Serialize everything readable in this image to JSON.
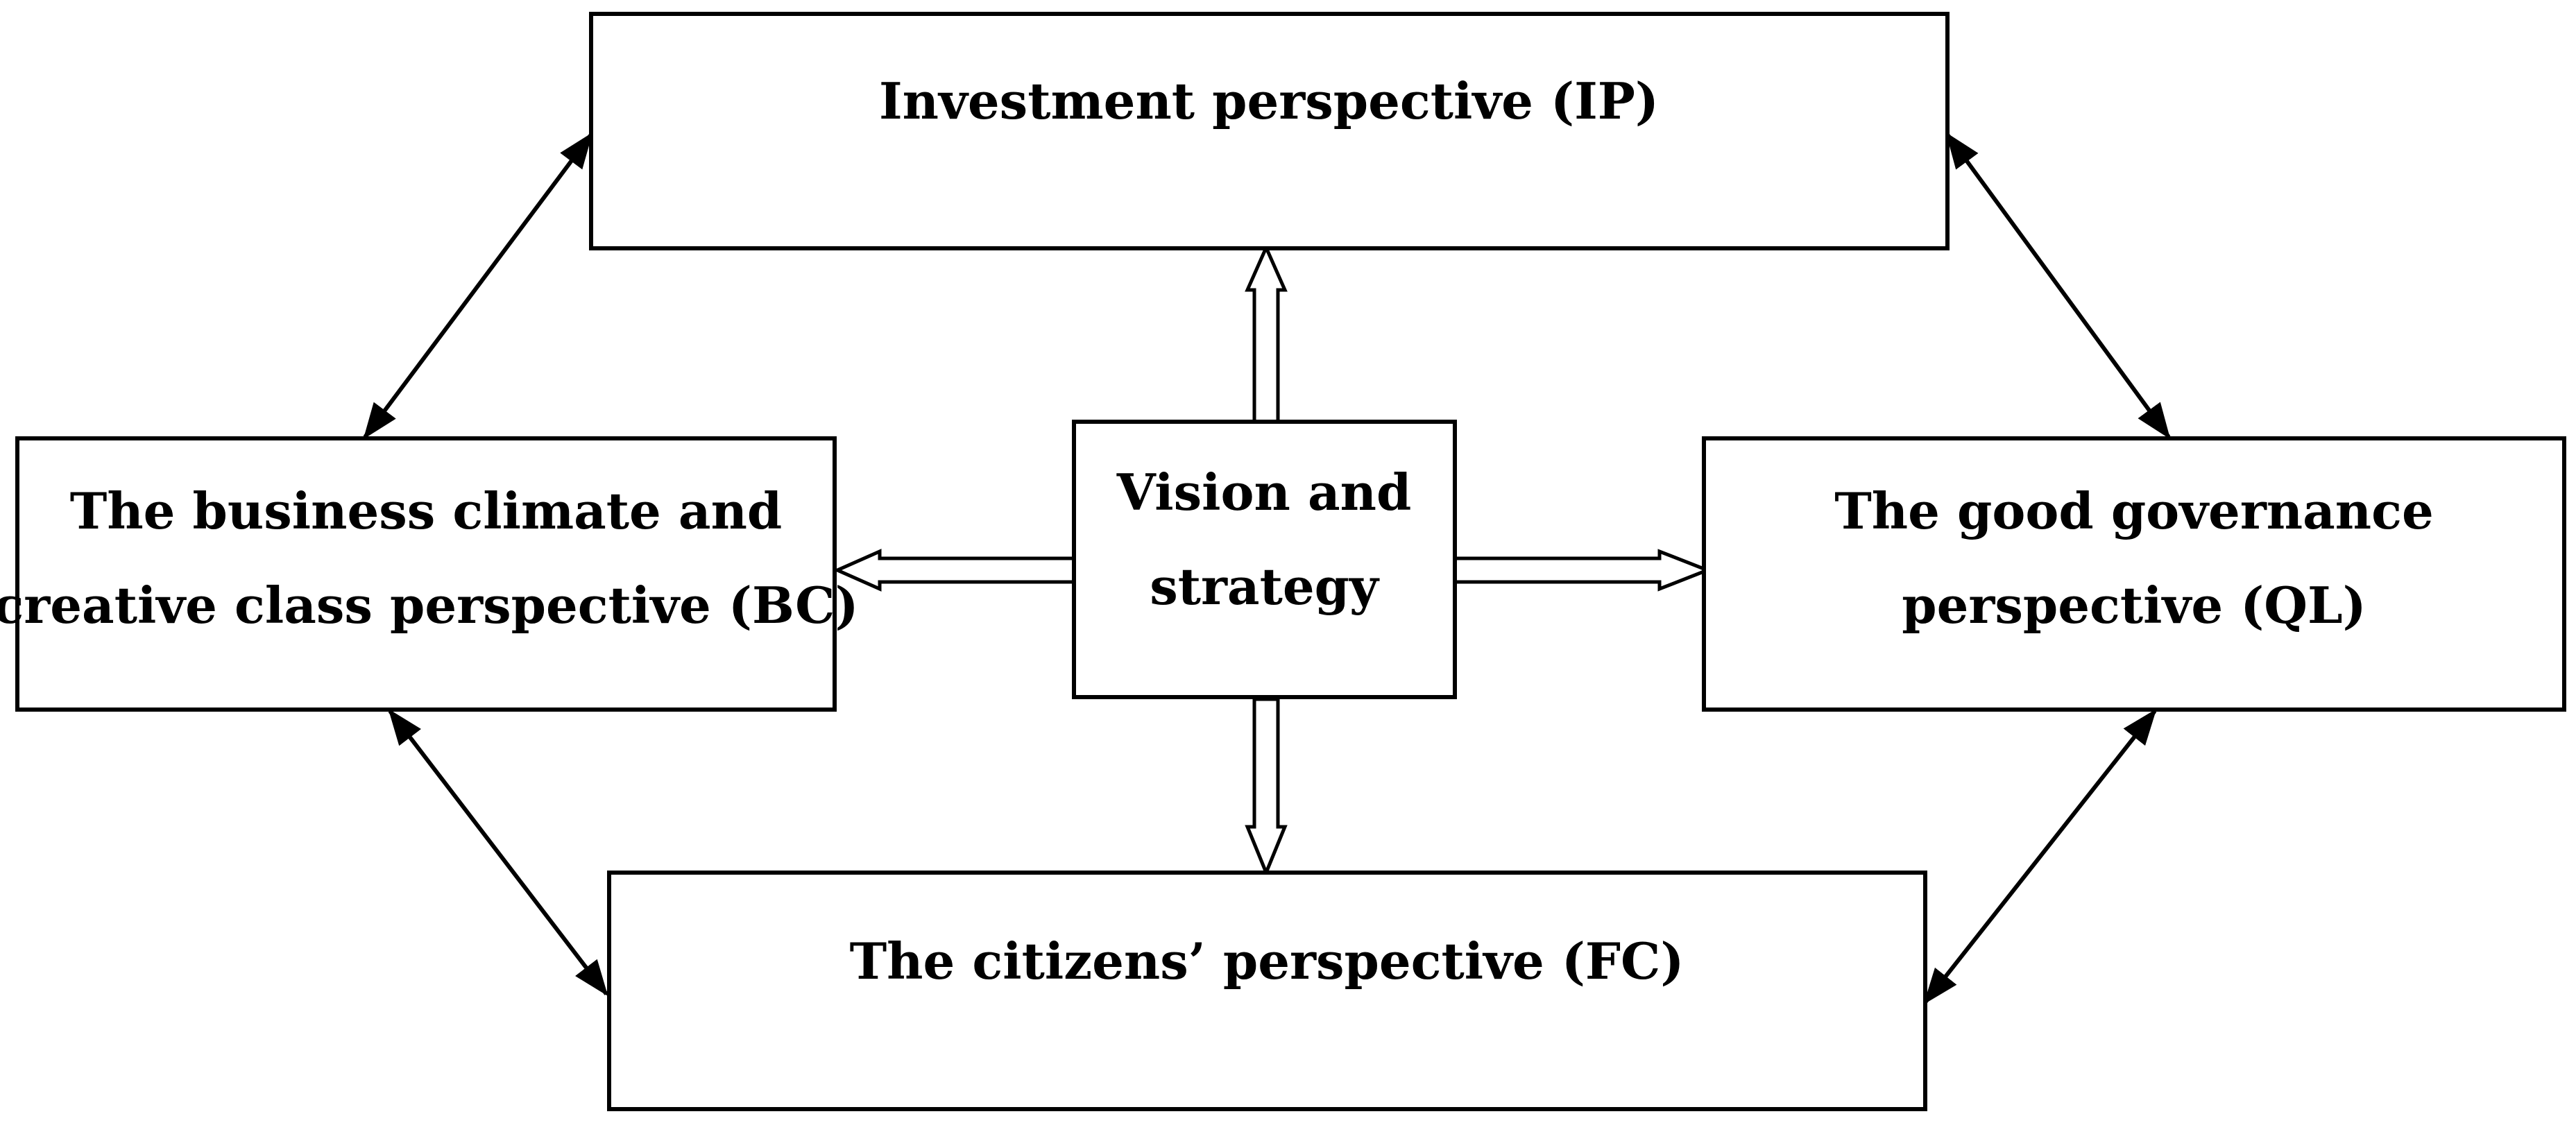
{
  "boxes": {
    "ip": {
      "lines": [
        "Investment perspective (IP)"
      ]
    },
    "bc": {
      "lines": [
        "The business climate and",
        "creative class perspective (BC)"
      ]
    },
    "vision": {
      "lines": [
        "Vision and",
        "strategy"
      ]
    },
    "ql": {
      "lines": [
        "The good governance",
        "perspective (QL)"
      ]
    },
    "fc": {
      "lines": [
        "The citizens’ perspective (FC)"
      ]
    }
  },
  "links": [
    {
      "name": "link-ip-bc",
      "from": "ip",
      "to": "bc",
      "type": "bidirectional"
    },
    {
      "name": "link-ip-ql",
      "from": "ip",
      "to": "ql",
      "type": "bidirectional"
    },
    {
      "name": "link-bc-fc",
      "from": "bc",
      "to": "fc",
      "type": "bidirectional"
    },
    {
      "name": "link-ql-fc",
      "from": "ql",
      "to": "fc",
      "type": "bidirectional"
    },
    {
      "name": "arrow-vision-to-ip",
      "from": "vision",
      "to": "ip",
      "type": "hollow"
    },
    {
      "name": "arrow-vision-to-bc",
      "from": "vision",
      "to": "bc",
      "type": "hollow"
    },
    {
      "name": "arrow-vision-to-ql",
      "from": "vision",
      "to": "ql",
      "type": "hollow"
    },
    {
      "name": "arrow-vision-to-fc",
      "from": "vision",
      "to": "fc",
      "type": "hollow"
    }
  ]
}
